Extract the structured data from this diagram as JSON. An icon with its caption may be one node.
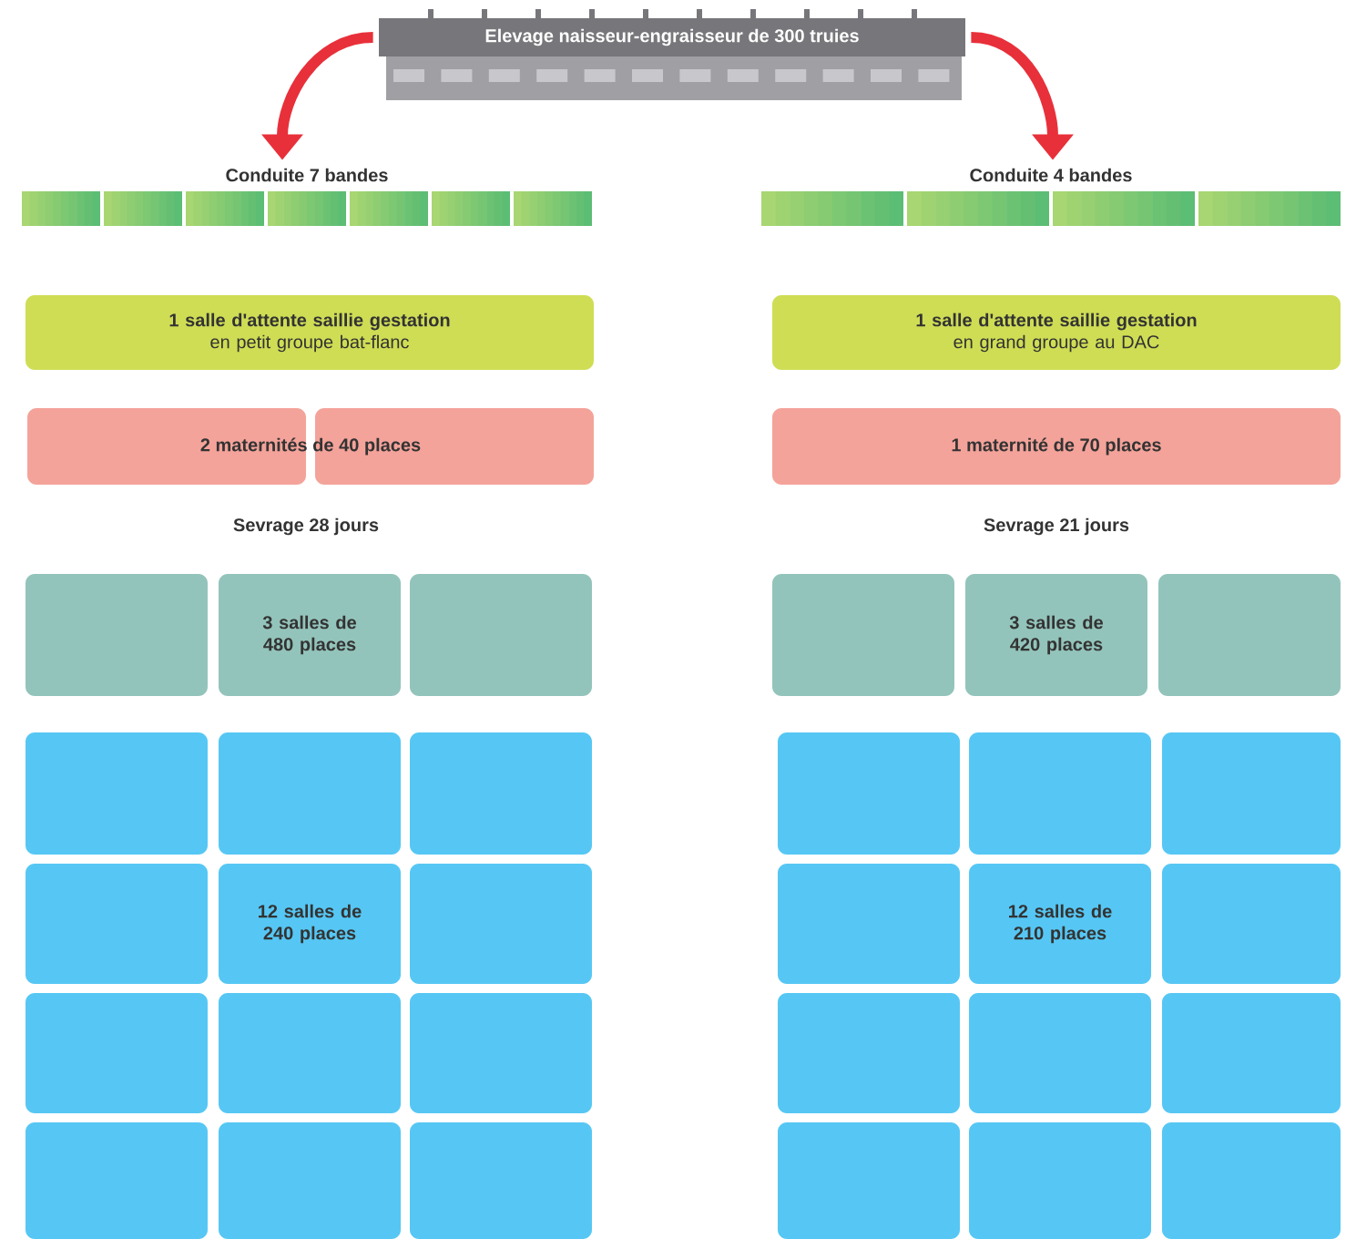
{
  "diagram": {
    "nodes": [
      {
        "text": [
          "Elevage naisseur-engraisseur de 300 truies"
        ]
      },
      {
        "text": [
          "Conduite 7 bandes"
        ]
      },
      {
        "text": [
          "Conduite 4 bandes"
        ]
      },
      {
        "text": [
          "1 salle d'attente saillie gestation",
          "en petit groupe bat-flanc"
        ]
      },
      {
        "text": [
          "2 maternités de 40 places"
        ]
      },
      {
        "text": [],
        "shape": "box"
      },
      {
        "text": [
          "3 salles de 480 places"
        ]
      },
      {
        "text": [],
        "shape": "box"
      },
      {
        "text": [],
        "shape": "box"
      },
      {
        "text": [],
        "shape": "box"
      },
      {
        "text": [],
        "shape": "box"
      },
      {
        "text": [],
        "shape": "box"
      },
      {
        "text": [
          "12 salles de 240 places"
        ]
      },
      {
        "text": [],
        "shape": "box"
      },
      {
        "text": [],
        "shape": "box"
      },
      {
        "text": [],
        "shape": "box"
      },
      {
        "text": [],
        "shape": "box"
      },
      {
        "text": [],
        "shape": "box"
      },
      {
        "text": [],
        "shape": "box"
      },
      {
        "text": [],
        "shape": "box"
      },
      {
        "text": [
          "1 salle d'attente saillie gestation",
          "en grand groupe au DAC"
        ]
      },
      {
        "text": [
          "1 maternité de 70 places"
        ]
      },
      {
        "text": [],
        "shape": "box"
      },
      {
        "text": [
          "3 salles de 420 places"
        ]
      },
      {
        "text": [],
        "shape": "box"
      },
      {
        "text": [],
        "shape": "box"
      },
      {
        "text": [],
        "shape": "box"
      },
      {
        "text": [],
        "shape": "box"
      },
      {
        "text": [],
        "shape": "box"
      },
      {
        "text": [
          "12 salles de 210 places"
        ]
      },
      {
        "text": [],
        "shape": "box"
      },
      {
        "text": [],
        "shape": "box"
      },
      {
        "text": [],
        "shape": "box"
      },
      {
        "text": [],
        "shape": "box"
      },
      {
        "text": [],
        "shape": "box"
      },
      {
        "text": [],
        "shape": "box"
      },
      {
        "text": [],
        "shape": "box"
      }
    ],
    "edges": [
      {
        "from": 0,
        "to": 1,
        "arrow": "to"
      },
      {
        "from": 0,
        "to": 2,
        "arrow": "to"
      }
    ],
    "labels": [
      "Sevrage 28 jours",
      "Sevrage 21 jours"
    ]
  }
}
